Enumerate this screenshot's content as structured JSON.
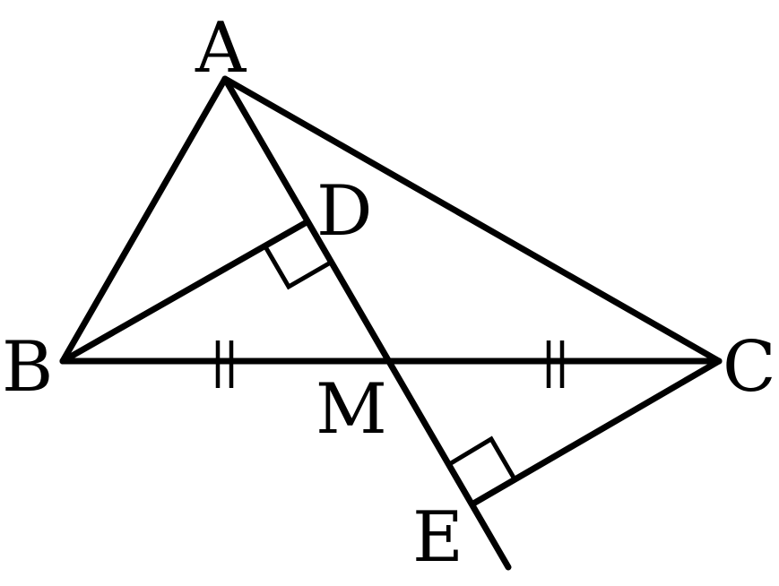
{
  "diagram": {
    "points": {
      "A": "A",
      "B": "B",
      "C": "C",
      "D": "D",
      "E": "E",
      "M": "M"
    }
  }
}
